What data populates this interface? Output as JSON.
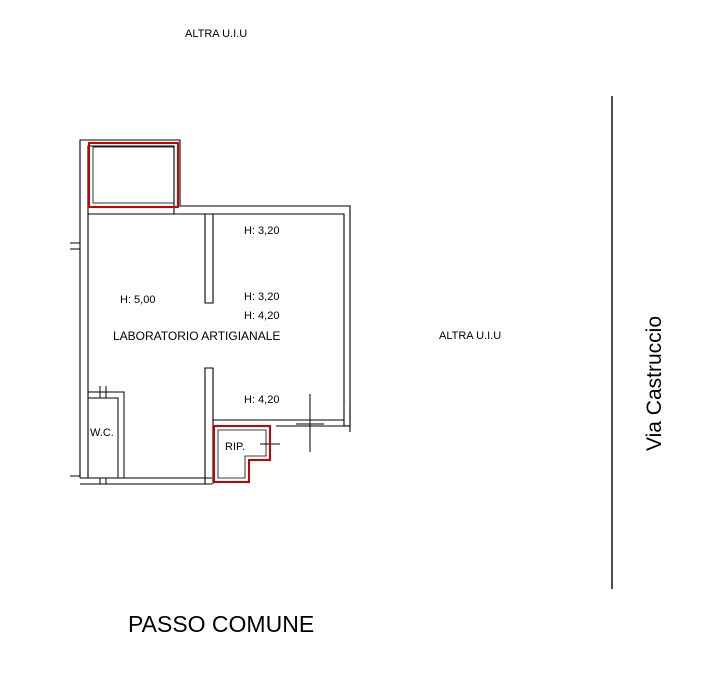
{
  "labels": {
    "top_neighbor": "ALTRA U.I.U",
    "right_neighbor": "ALTRA U.I.U",
    "street": "Via Castruccio",
    "passage": "PASSO COMUNE",
    "main_room": "LABORATORIO ARTIGIANALE",
    "wc": "W.C.",
    "storage": "RIP."
  },
  "heights": {
    "main": "H: 5,00",
    "upper": "H: 3,20",
    "middle_a": "H: 3,20",
    "middle_b": "H: 4,20",
    "lower": "H: 4,20"
  },
  "colors": {
    "wall": "#000000",
    "highlight": "#cc0000",
    "background": "#ffffff"
  }
}
